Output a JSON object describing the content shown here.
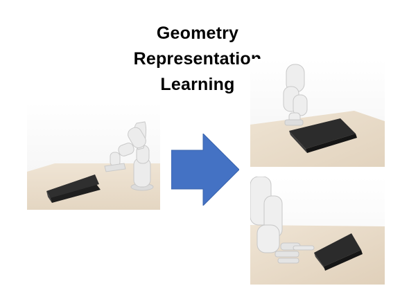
{
  "title": {
    "lines": [
      "Geometry",
      "Representation",
      "Learning"
    ],
    "color": "#000000"
  },
  "arrow": {
    "fill": "#4472c4",
    "direction": "right"
  },
  "colors": {
    "table": "#e9dcc9",
    "laptop": "#2b2b2b",
    "robot": "#efefef",
    "background": "#f7f7f7"
  }
}
